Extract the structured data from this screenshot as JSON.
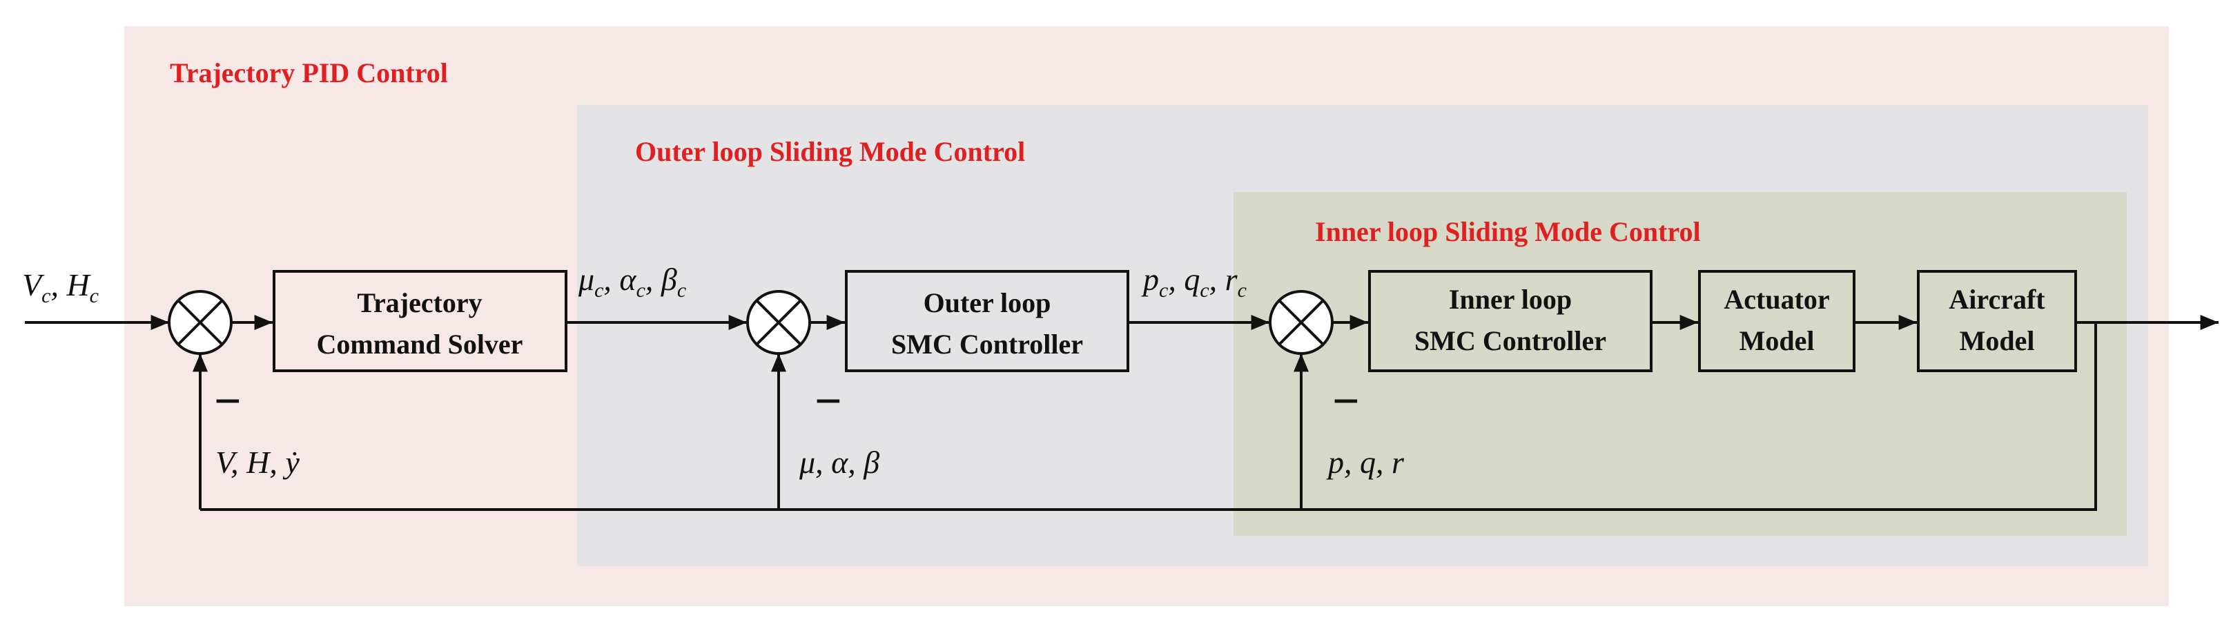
{
  "regions": {
    "trajectory": {
      "title": "Trajectory PID Control",
      "fill": "#f7e8e8"
    },
    "outer": {
      "title": "Outer loop Sliding Mode Control",
      "fill": "#e4e4e6"
    },
    "inner": {
      "title": "Inner loop Sliding Mode Control",
      "fill": "#d6d9c8"
    }
  },
  "blocks": {
    "trajectory_solver": {
      "line1": "Trajectory",
      "line2": "Command Solver"
    },
    "outer_controller": {
      "line1": "Outer loop",
      "line2": "SMC Controller"
    },
    "inner_controller": {
      "line1": "Inner loop",
      "line2": "SMC Controller"
    },
    "actuator": {
      "line1": "Actuator",
      "line2": "Model"
    },
    "aircraft": {
      "line1": "Aircraft",
      "line2": "Model"
    }
  },
  "signals": {
    "input": "V_c, H_c",
    "trajectory_output": "μ_c, α_c, β_c",
    "outer_output": "p_c, q_c, r_c",
    "feedback_trajectory": "V, H, ẏ",
    "feedback_outer": "μ, α, β",
    "feedback_inner": "p, q, r"
  },
  "sign_marks": {
    "negative": "−"
  },
  "colors": {
    "title_red": "#e02020",
    "line": "#111111"
  }
}
